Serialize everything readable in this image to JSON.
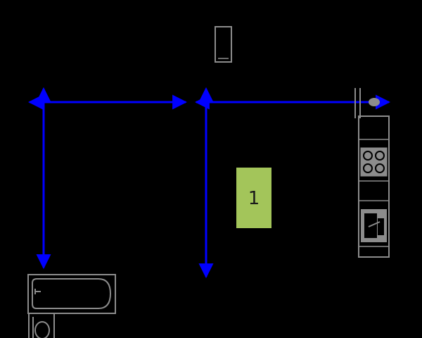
{
  "plan": {
    "background_color": "#000000",
    "fixture_color": "#8c8c8c",
    "dimension_color": "#0000ff",
    "room_marker": {
      "label": "1",
      "color": "#a3c55a",
      "text_color": "#1a1a1a"
    },
    "fixtures": [
      {
        "name": "door-swing-top",
        "icon": "small-rect-fixture"
      },
      {
        "name": "kitchen-counter",
        "icon": "counter-strip"
      },
      {
        "name": "cooktop",
        "icon": "four-burner-icon"
      },
      {
        "name": "kitchen-sink",
        "icon": "sink-icon"
      },
      {
        "name": "bathtub",
        "icon": "bathtub-icon"
      },
      {
        "name": "toilet",
        "icon": "toilet-icon"
      }
    ],
    "dimension_lines": [
      {
        "name": "horizontal-dimension-left"
      },
      {
        "name": "horizontal-dimension-right"
      },
      {
        "name": "vertical-dimension-left"
      },
      {
        "name": "vertical-dimension-center"
      }
    ]
  }
}
